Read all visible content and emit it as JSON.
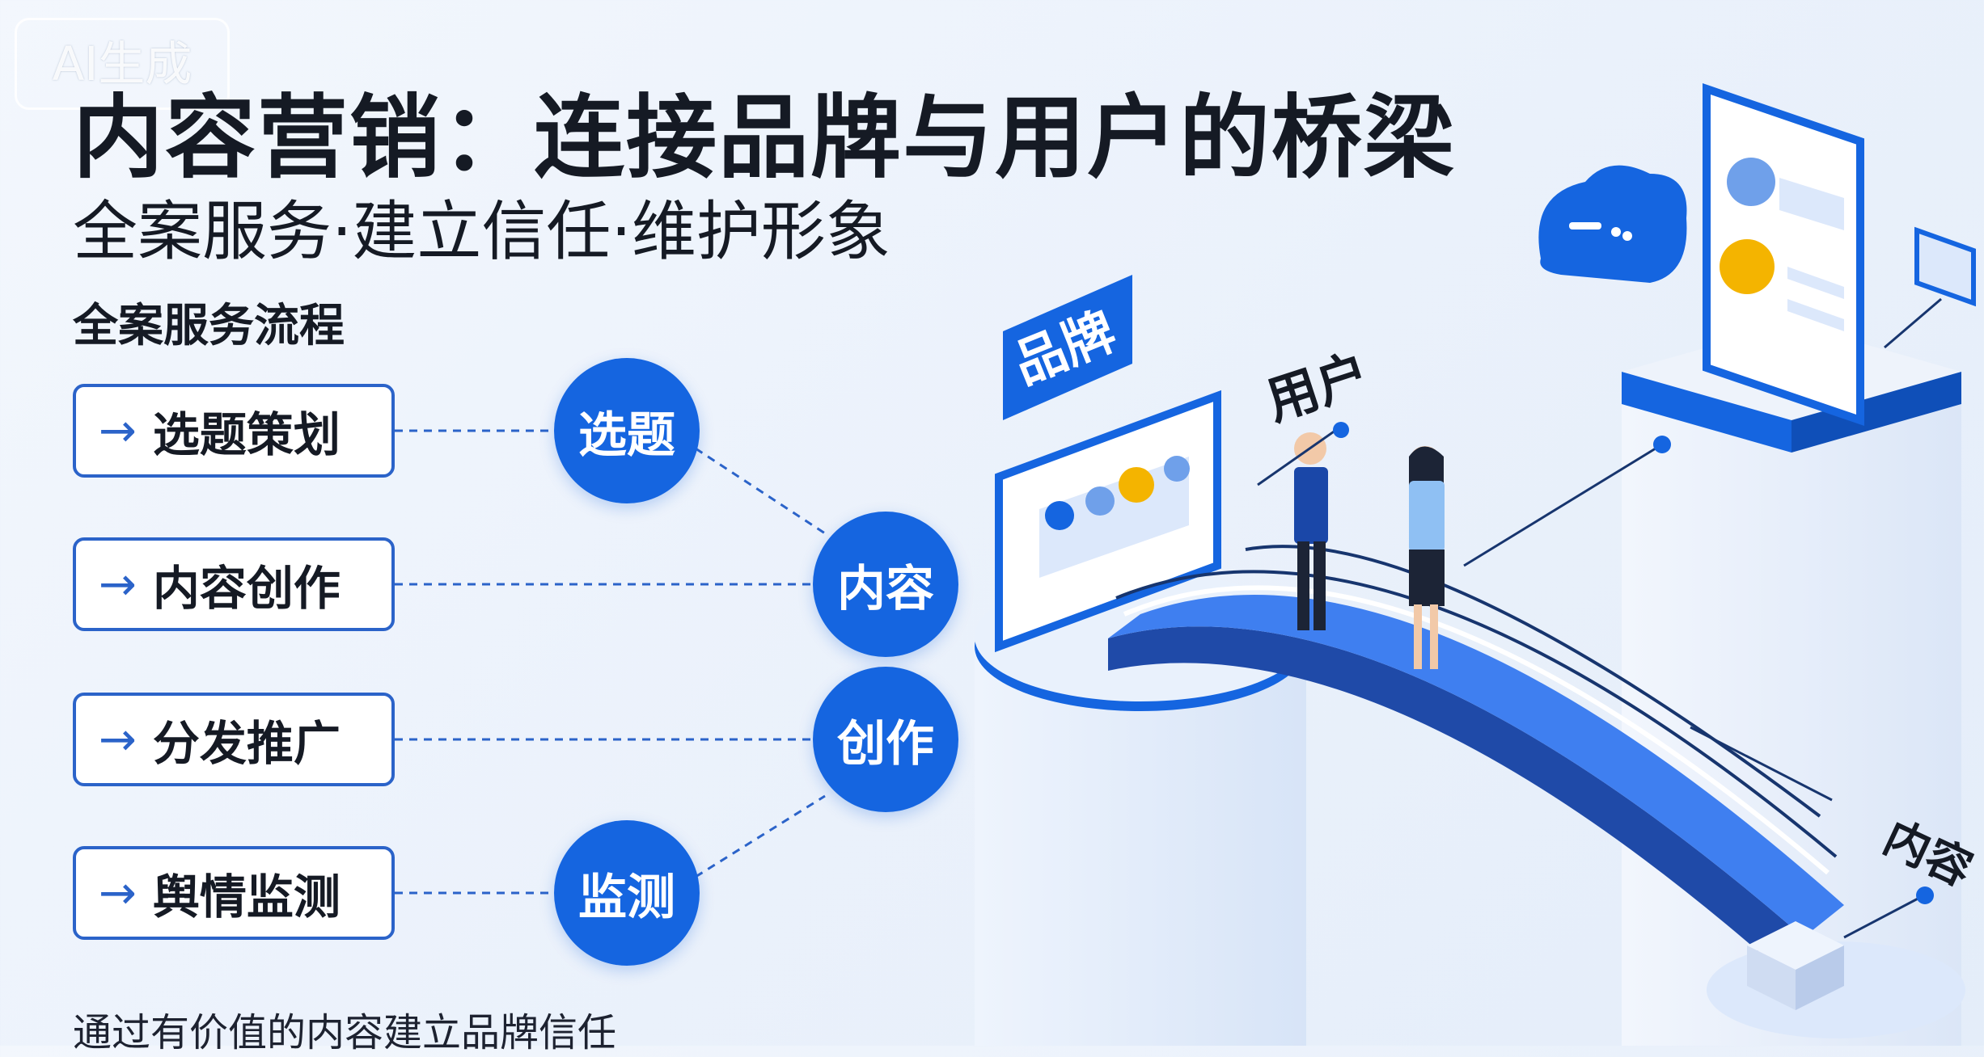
{
  "badge": "AI生成",
  "title": "内容营销：连接品牌与用户的桥梁",
  "subtitle": "全案服务·建立信任·维护形象",
  "flow": {
    "heading": "全案服务流程",
    "arrow_glyph": "→",
    "steps": [
      {
        "label": "选题策划"
      },
      {
        "label": "内容创作"
      },
      {
        "label": "分发推广"
      },
      {
        "label": "舆情监测"
      }
    ],
    "nodes": [
      "选题",
      "内容",
      "创作",
      "监测"
    ]
  },
  "footer": "通过有价值的内容建立品牌信任",
  "illustration": {
    "brand_label": "品牌",
    "user_label": "用户",
    "content_label": "内容",
    "colors": {
      "primary": "#1565e0",
      "accent": "#f4b400",
      "light": "#dce8fb"
    }
  }
}
